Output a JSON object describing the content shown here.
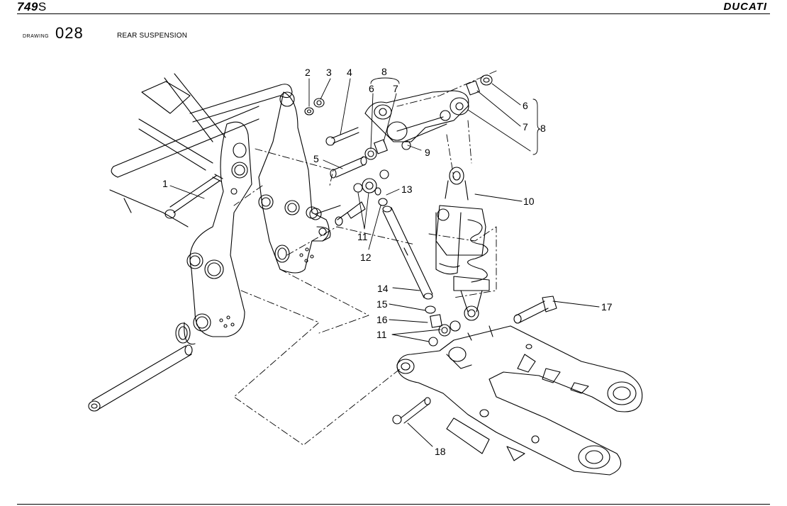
{
  "header": {
    "model_bold": "749",
    "model_suffix": "S",
    "brand": "DUCATI"
  },
  "drawing": {
    "label": "DRAWING",
    "number": "028",
    "title": "REAR SUSPENSION"
  },
  "callouts": [
    {
      "id": "c1",
      "text": "1"
    },
    {
      "id": "c2",
      "text": "2"
    },
    {
      "id": "c3",
      "text": "3"
    },
    {
      "id": "c4",
      "text": "4"
    },
    {
      "id": "c5",
      "text": "5"
    },
    {
      "id": "c6a",
      "text": "6"
    },
    {
      "id": "c7a",
      "text": "7"
    },
    {
      "id": "c8a",
      "text": "8"
    },
    {
      "id": "c9",
      "text": "9"
    },
    {
      "id": "c6b",
      "text": "6"
    },
    {
      "id": "c7b",
      "text": "7"
    },
    {
      "id": "c8b",
      "text": "8"
    },
    {
      "id": "c10",
      "text": "10"
    },
    {
      "id": "c11a",
      "text": "11"
    },
    {
      "id": "c12",
      "text": "12"
    },
    {
      "id": "c13",
      "text": "13"
    },
    {
      "id": "c14",
      "text": "14"
    },
    {
      "id": "c15",
      "text": "15"
    },
    {
      "id": "c16",
      "text": "16"
    },
    {
      "id": "c11b",
      "text": "11"
    },
    {
      "id": "c17",
      "text": "17"
    },
    {
      "id": "c18",
      "text": "18"
    }
  ]
}
